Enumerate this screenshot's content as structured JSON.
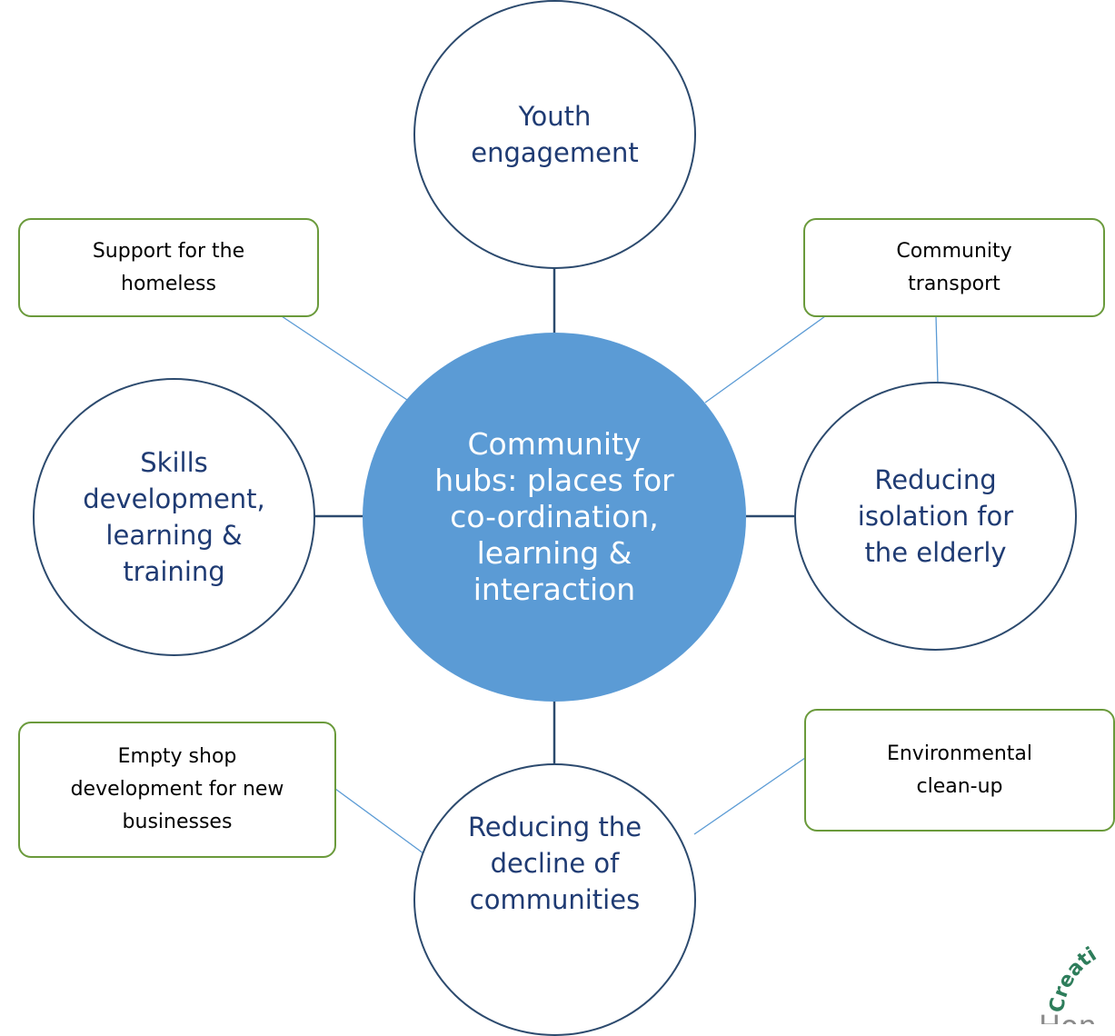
{
  "hub": {
    "text": "Community\nhubs: places for\nco-ordination,\nlearning &\ninteraction",
    "color": "#5b9bd5"
  },
  "circles": {
    "youth": "Youth\nengagement",
    "skills": "Skills\ndevelopment,\nlearning &\ntraining",
    "isolation": "Reducing\nisolation for\nthe elderly",
    "decline": "Reducing the\ndecline of\ncommunities"
  },
  "boxes": {
    "homeless": "Support for the\nhomeless",
    "transport": "Community\ntransport",
    "empty_shop": "Empty shop\ndevelopment for new\nbusinesses",
    "environment": "Environmental\nclean-up"
  },
  "logo": {
    "text_top": "Creati",
    "text_bottom": "Hon"
  },
  "colors": {
    "circle_border": "#2c4a6e",
    "circle_text": "#1f3b73",
    "box_border": "#6a9a3b",
    "connector_thick": "#2c4a6e",
    "connector_thin": "#5b9bd5",
    "logo_green": "#2e7d5b",
    "logo_gray": "#8a8a8a"
  }
}
